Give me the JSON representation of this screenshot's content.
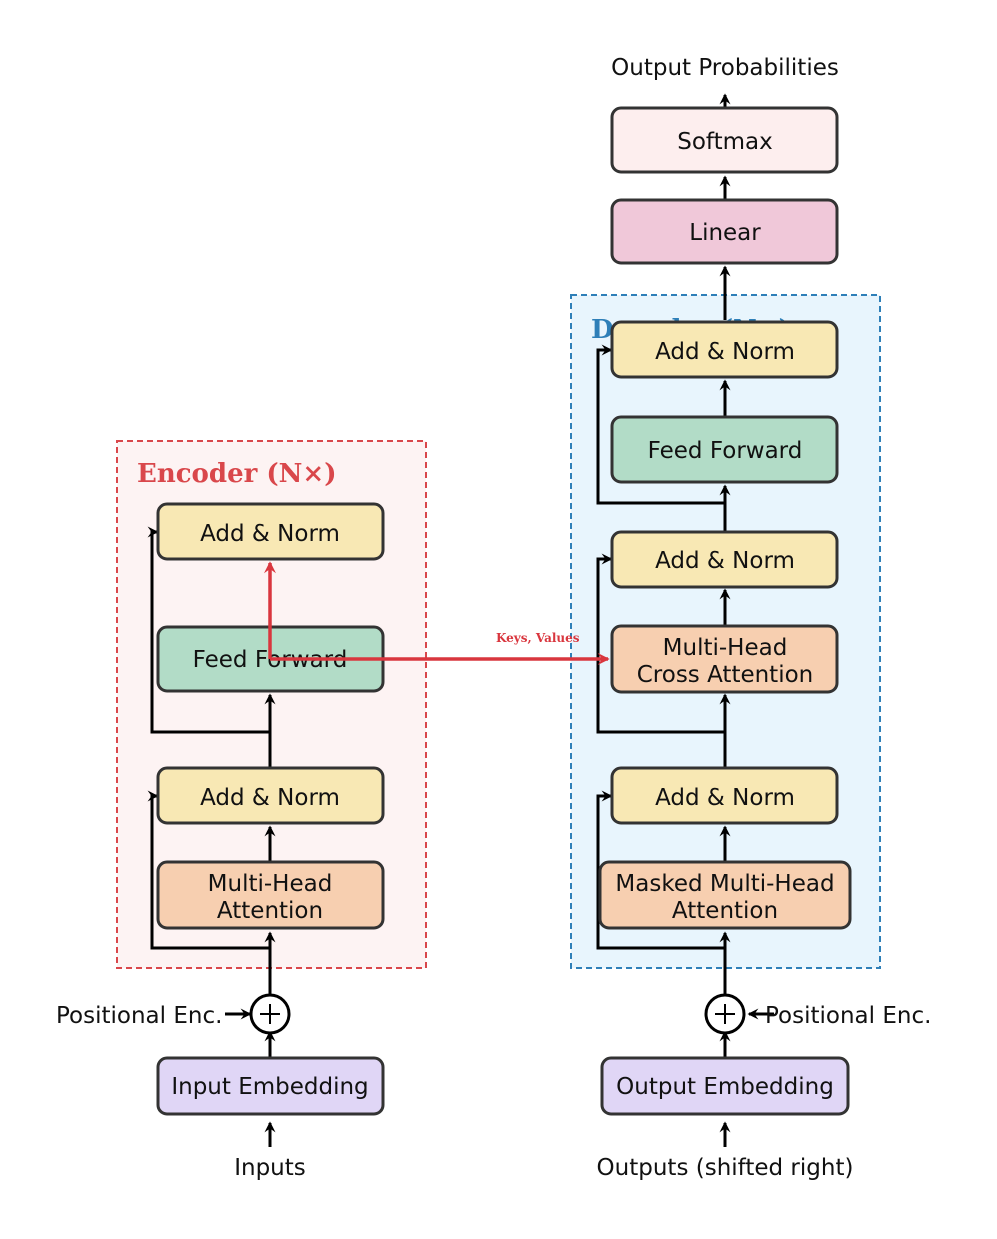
{
  "encoder": {
    "title": "Encoder (N×)",
    "input_label": "Inputs",
    "embedding": "Input Embedding",
    "positional": "Positional Enc.",
    "attention": [
      "Multi-Head",
      "Attention"
    ],
    "add_norm_1": "Add & Norm",
    "feed_forward": "Feed Forward",
    "add_norm_2": "Add & Norm"
  },
  "decoder": {
    "title": "Decoder (N×)",
    "input_label": "Outputs (shifted right)",
    "embedding": "Output Embedding",
    "positional": "Positional Enc.",
    "masked_attention": [
      "Masked Multi-Head",
      "Attention"
    ],
    "add_norm_1": "Add & Norm",
    "cross_attention": [
      "Multi-Head",
      "Cross Attention"
    ],
    "add_norm_2": "Add & Norm",
    "feed_forward": "Feed Forward",
    "add_norm_3": "Add & Norm"
  },
  "head": {
    "linear": "Linear",
    "softmax": "Softmax",
    "output_label": "Output Probabilities"
  },
  "cross_link": {
    "label": "Keys, Values"
  },
  "colors": {
    "encoder_border": "#d9474b",
    "encoder_fill": "#fdf3f3",
    "decoder_border": "#2e7fb8",
    "decoder_fill": "#e8f5fd",
    "add_norm": "#f8e8b4",
    "feed_forward": "#b2dcc7",
    "attention": "#f7cfb0",
    "embedding": "#e0d6f6",
    "linear": "#f0c8d9",
    "softmax": "#fdeeee",
    "cross_arrow": "#d9363e",
    "stroke": "#333333"
  }
}
